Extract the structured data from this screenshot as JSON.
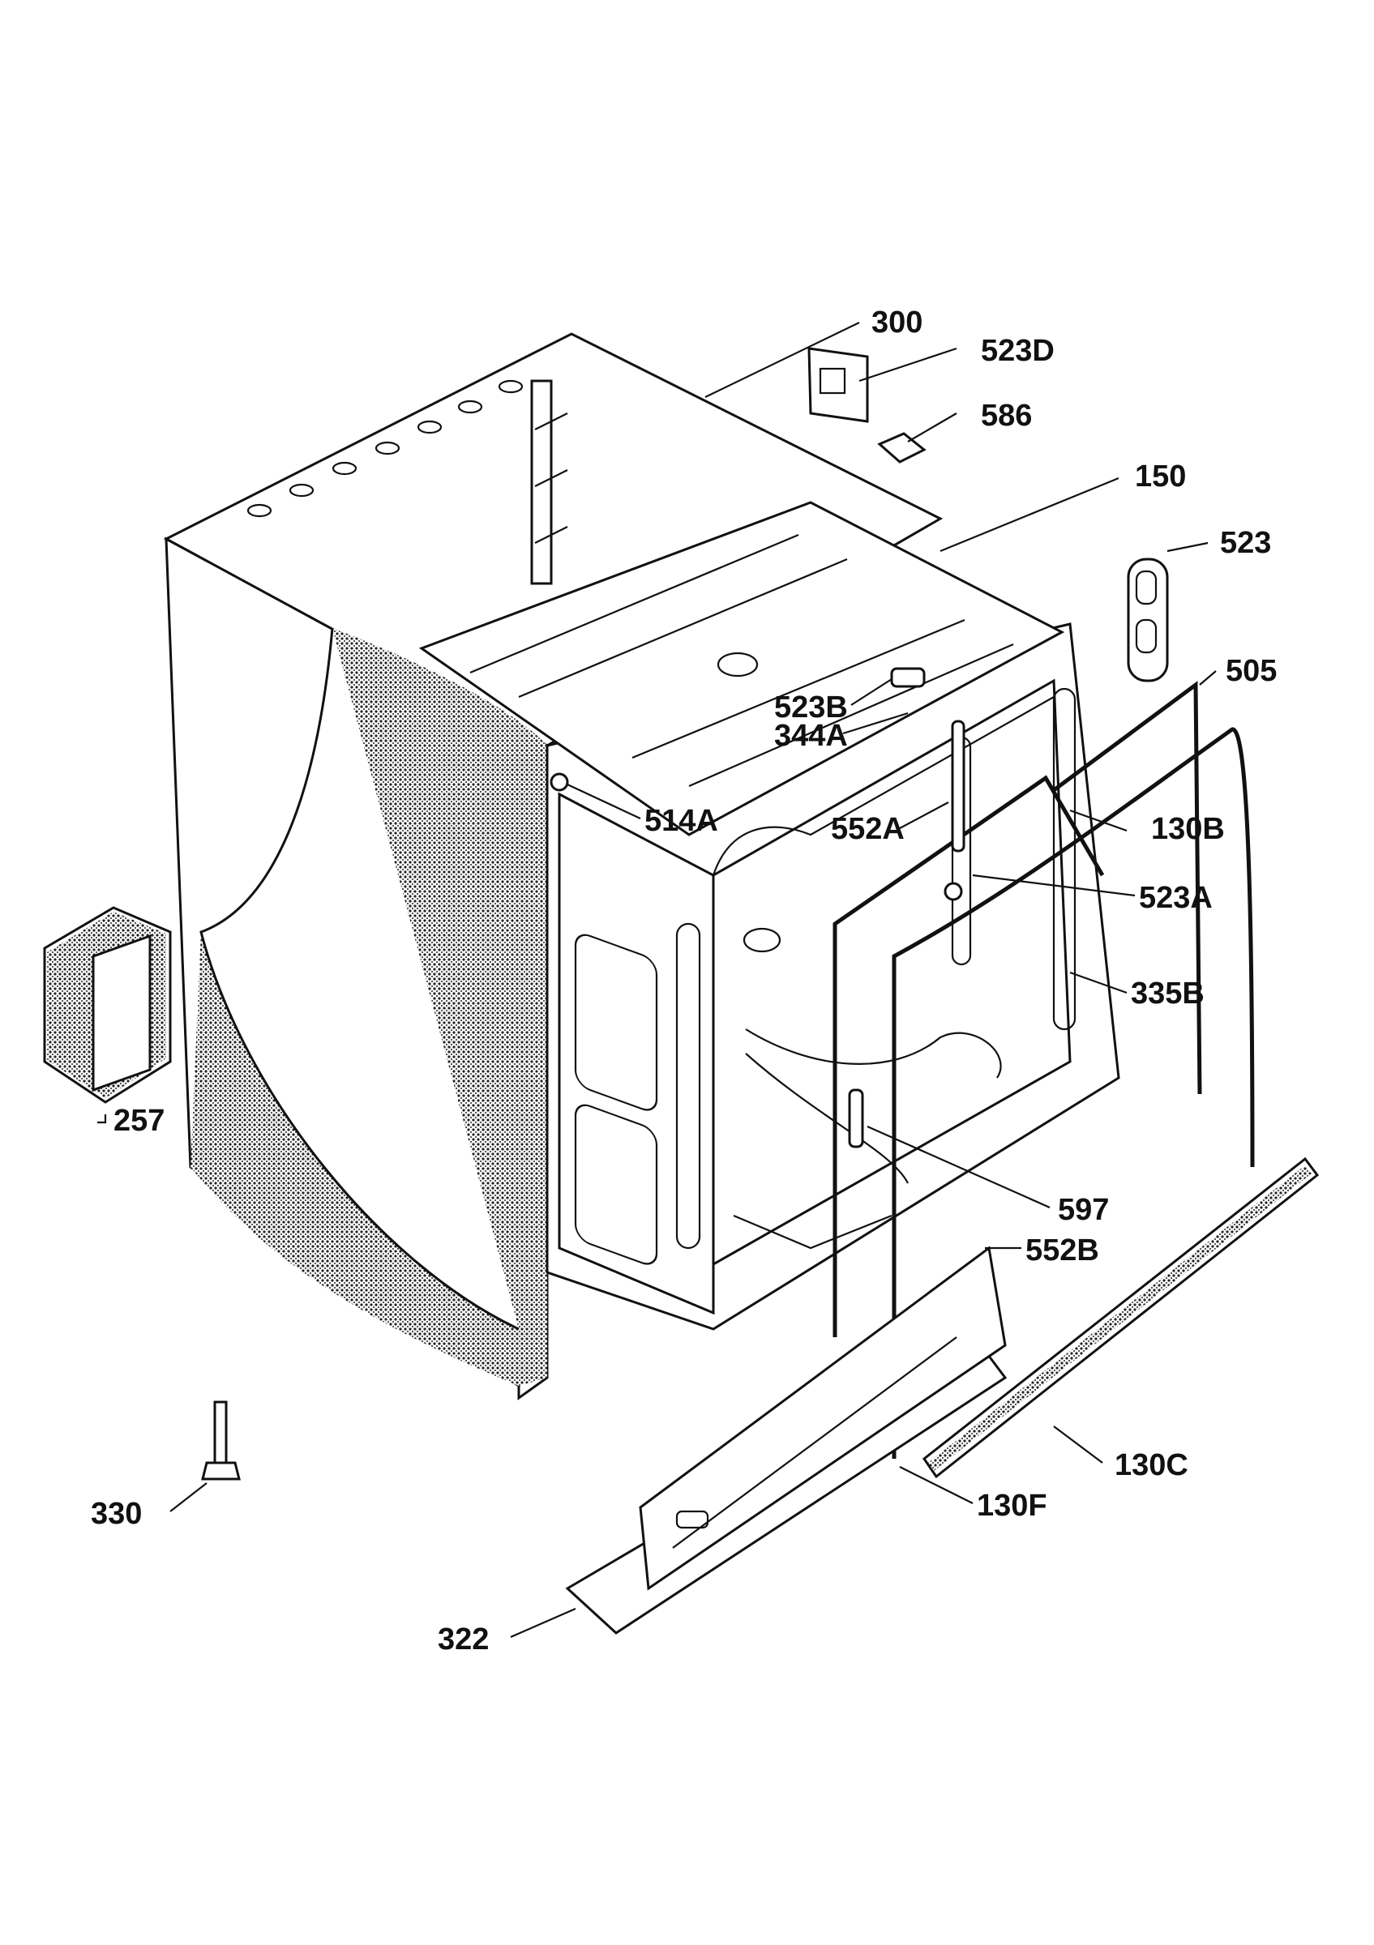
{
  "callouts": [
    {
      "id": "c300",
      "text": "300"
    },
    {
      "id": "c523D",
      "text": "523D"
    },
    {
      "id": "c586",
      "text": "586"
    },
    {
      "id": "c150",
      "text": "150"
    },
    {
      "id": "c523",
      "text": "523"
    },
    {
      "id": "c505",
      "text": "505"
    },
    {
      "id": "c523B",
      "text": "523B"
    },
    {
      "id": "c344A",
      "text": "344A"
    },
    {
      "id": "c514A",
      "text": "514A"
    },
    {
      "id": "c552A",
      "text": "552A"
    },
    {
      "id": "c130B",
      "text": "130B"
    },
    {
      "id": "c523A",
      "text": "523A"
    },
    {
      "id": "c335B",
      "text": "335B"
    },
    {
      "id": "c257",
      "text": "257"
    },
    {
      "id": "c597",
      "text": "597"
    },
    {
      "id": "c552B",
      "text": "552B"
    },
    {
      "id": "c130C",
      "text": "130C"
    },
    {
      "id": "c130F",
      "text": "130F"
    },
    {
      "id": "c330",
      "text": "330"
    },
    {
      "id": "c322",
      "text": "322"
    }
  ]
}
